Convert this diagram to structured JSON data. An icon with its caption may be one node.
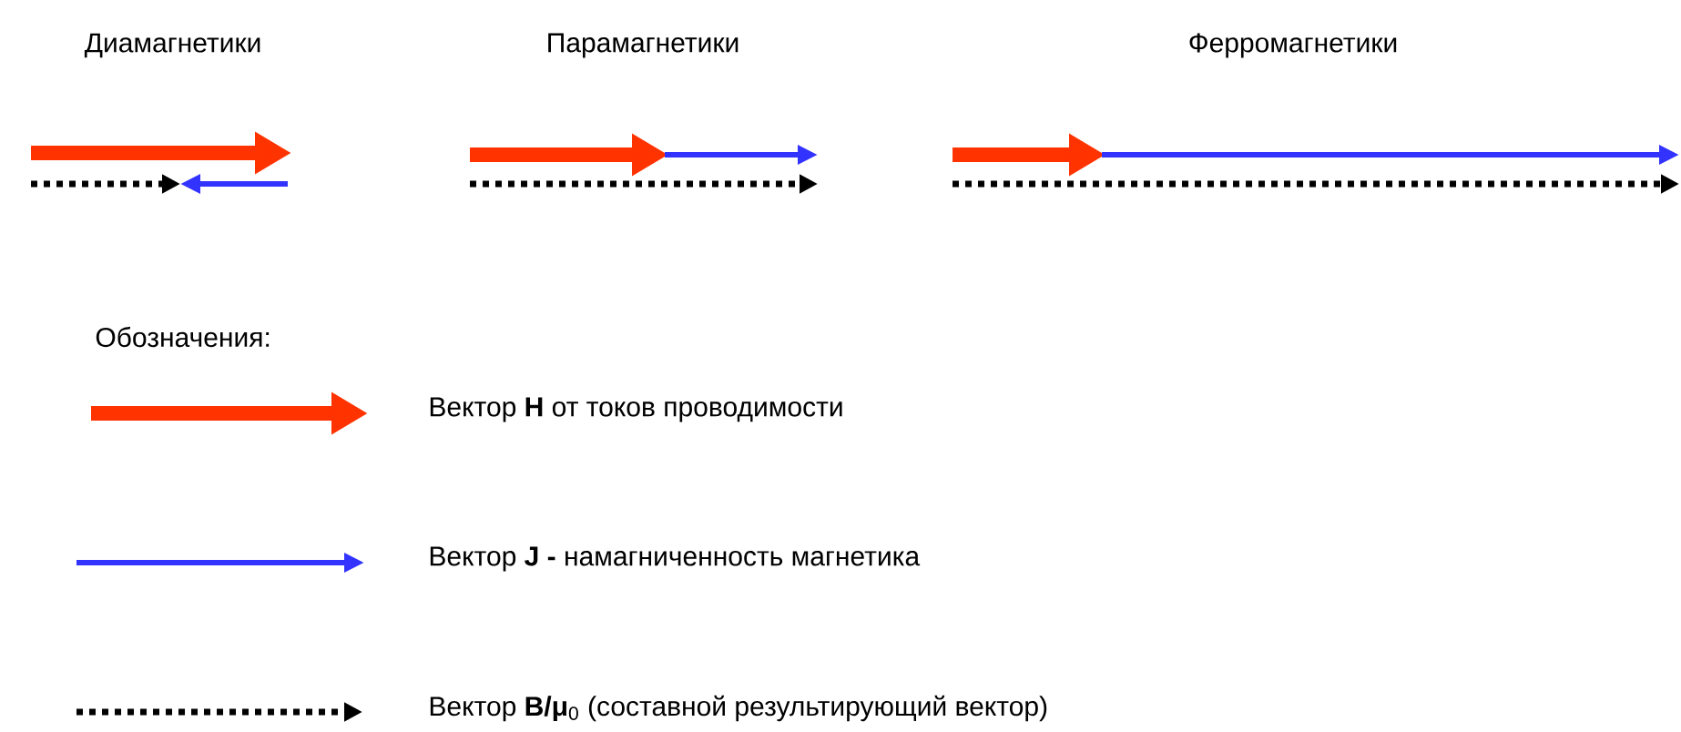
{
  "diagram": {
    "labels": [
      "Диамагнетики",
      "Парамагнетики",
      "Ферромагнетики",
      "Обозначения:"
    ],
    "legend": [
      {
        "text": "Вектор **H** от токов проводимости"
      },
      {
        "text": "Вектор **J** **-** намагниченность магнетика"
      },
      {
        "text": "Вектор **B/μ**$_{0}$ (составной результирующий вектор)"
      }
    ]
  }
}
